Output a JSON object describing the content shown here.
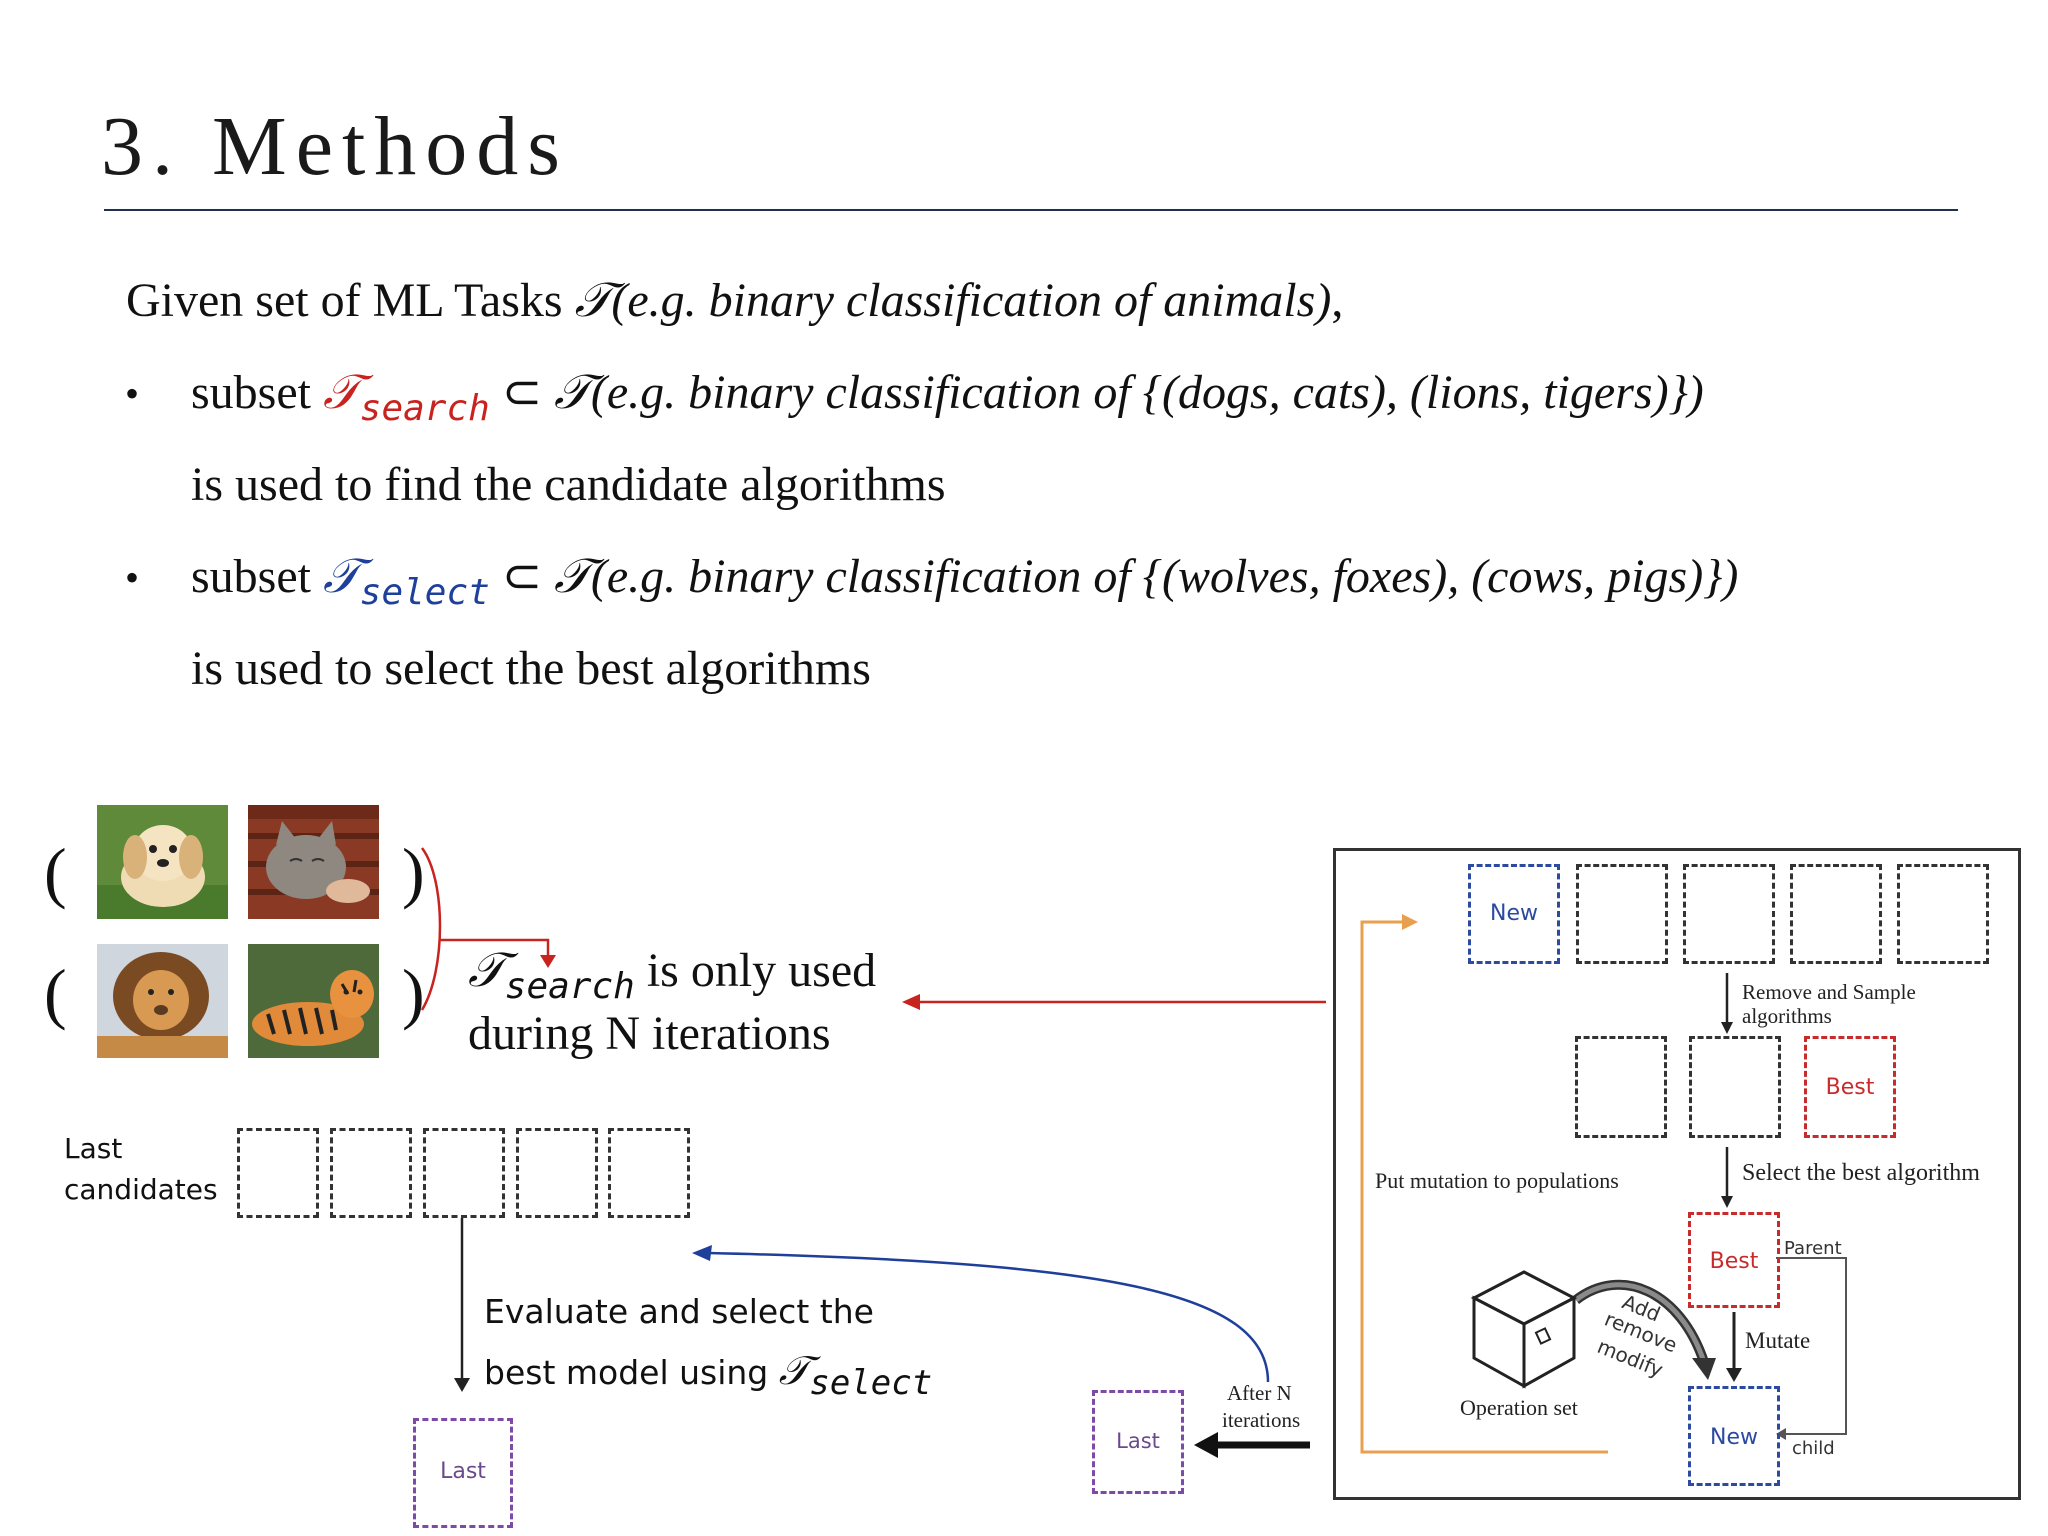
{
  "title": "3. Methods",
  "intro": {
    "text_before": "Given set of ML Tasks ",
    "symbol": "𝒯",
    "example": "(e.g. binary classification of animals)",
    "text_after": ","
  },
  "bullets": [
    {
      "marker": "•",
      "text_before": "subset ",
      "symbol": "𝒯",
      "subscript": "search",
      "subset_sym": " ⊂ ",
      "symbol2": "𝒯",
      "example": "(e.g. binary classification of {(dogs, cats), (lions, tigers)})",
      "line2": "is used to find the candidate algorithms"
    },
    {
      "marker": "•",
      "text_before": "subset ",
      "symbol": "𝒯",
      "subscript": "select",
      "subset_sym": " ⊂ ",
      "symbol2": "𝒯",
      "example": "(e.g. binary classification of {(wolves, foxes), (cows, pigs)})",
      "line2": "is used to select the best algorithms"
    }
  ],
  "pairs": {
    "open_paren": "(",
    "close_paren": ")"
  },
  "search_note": {
    "symbol": "𝒯",
    "subscript": "search",
    "text1": " is only used",
    "text2": "during N iterations"
  },
  "last_candidates": {
    "line1": "Last",
    "line2": "candidates"
  },
  "evaluate": {
    "line1": "Evaluate and select the",
    "line2": "best model using ",
    "symbol": "𝒯",
    "subscript": "select"
  },
  "last_label": "Last",
  "after_n": {
    "line1": "After N",
    "line2": "iterations"
  },
  "figure": {
    "new_label": "New",
    "remove_sample": {
      "line1": "Remove and Sample",
      "line2": "algorithms"
    },
    "best_label": "Best",
    "select_best": "Select the best algorithm",
    "put_mutation": "Put mutation to populations",
    "parent": "Parent",
    "mutate": "Mutate",
    "child": "child",
    "operation_set": "Operation set",
    "ops": [
      "Add",
      "remove",
      "modify"
    ]
  },
  "colors": {
    "red": "#c8231e",
    "blue": "#1e3f9a",
    "orange": "#e8a050",
    "purple": "#7d4aa8",
    "rule": "#1f3050"
  }
}
